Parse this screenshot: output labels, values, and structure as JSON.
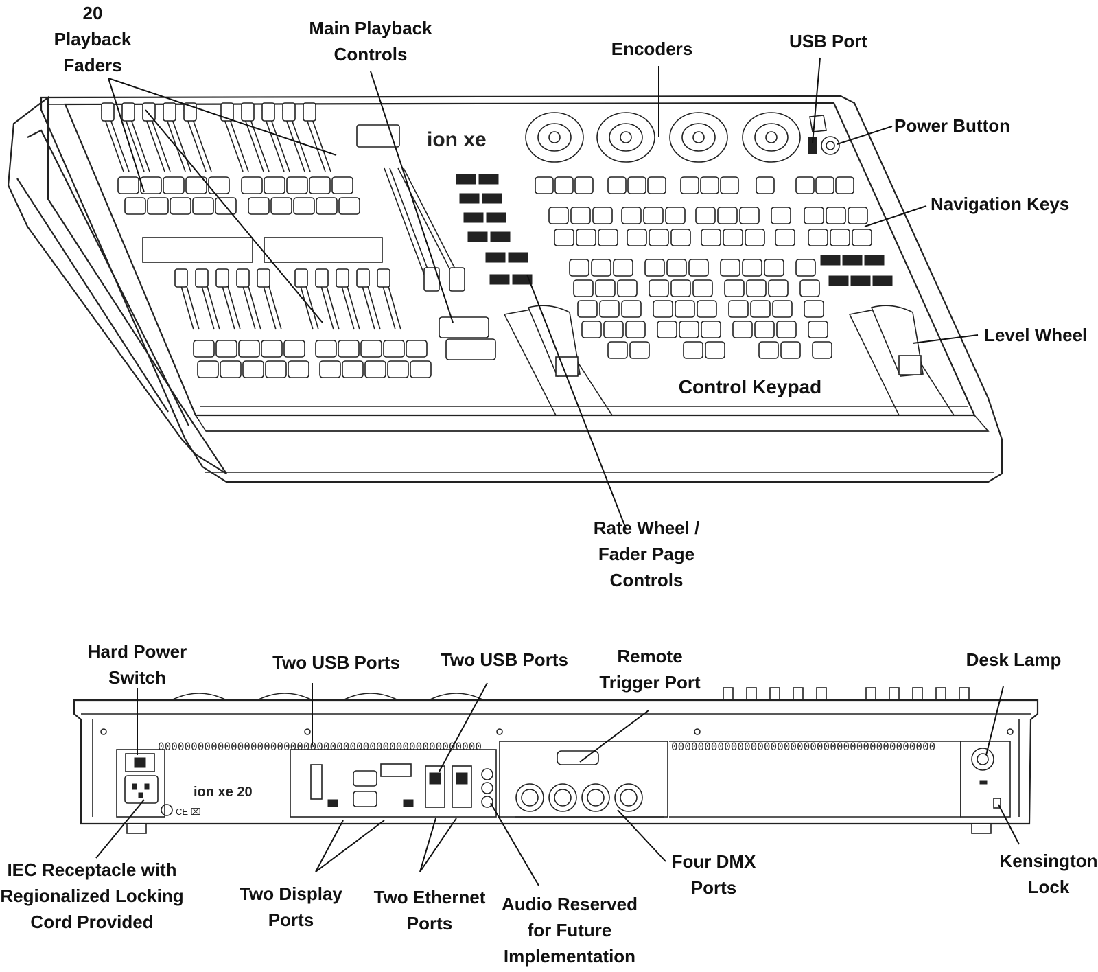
{
  "top_view": {
    "brand_badge": "ion xe",
    "labels": {
      "playback_faders": [
        "20",
        "Playback",
        "Faders"
      ],
      "main_playback": [
        "Main Playback",
        "Controls"
      ],
      "encoders": [
        "Encoders"
      ],
      "usb_port": [
        "USB Port"
      ],
      "power_button": [
        "Power Button"
      ],
      "navigation_keys": [
        "Navigation Keys"
      ],
      "level_wheel": [
        "Level Wheel"
      ],
      "control_keypad": [
        "Control Keypad"
      ],
      "rate_wheel": [
        "Rate Wheel /",
        "Fader Page",
        "Controls"
      ]
    }
  },
  "rear_view": {
    "brand_badge": "ion xe 20",
    "labels": {
      "hard_power": [
        "Hard Power",
        "Switch"
      ],
      "two_usb_a": [
        "Two USB Ports"
      ],
      "two_usb_b": [
        "Two USB Ports"
      ],
      "remote_trigger": [
        "Remote",
        "Trigger Port"
      ],
      "desk_lamp": [
        "Desk Lamp"
      ],
      "iec": [
        "IEC Receptacle with",
        "Regionalized Locking",
        "Cord Provided"
      ],
      "display_ports": [
        "Two Display",
        "Ports"
      ],
      "ethernet_ports": [
        "Two Ethernet",
        "Ports"
      ],
      "audio": [
        "Audio Reserved",
        "for Future",
        "Implementation"
      ],
      "dmx": [
        "Four DMX",
        "Ports"
      ],
      "kensington": [
        "Kensington",
        "Lock"
      ]
    }
  }
}
